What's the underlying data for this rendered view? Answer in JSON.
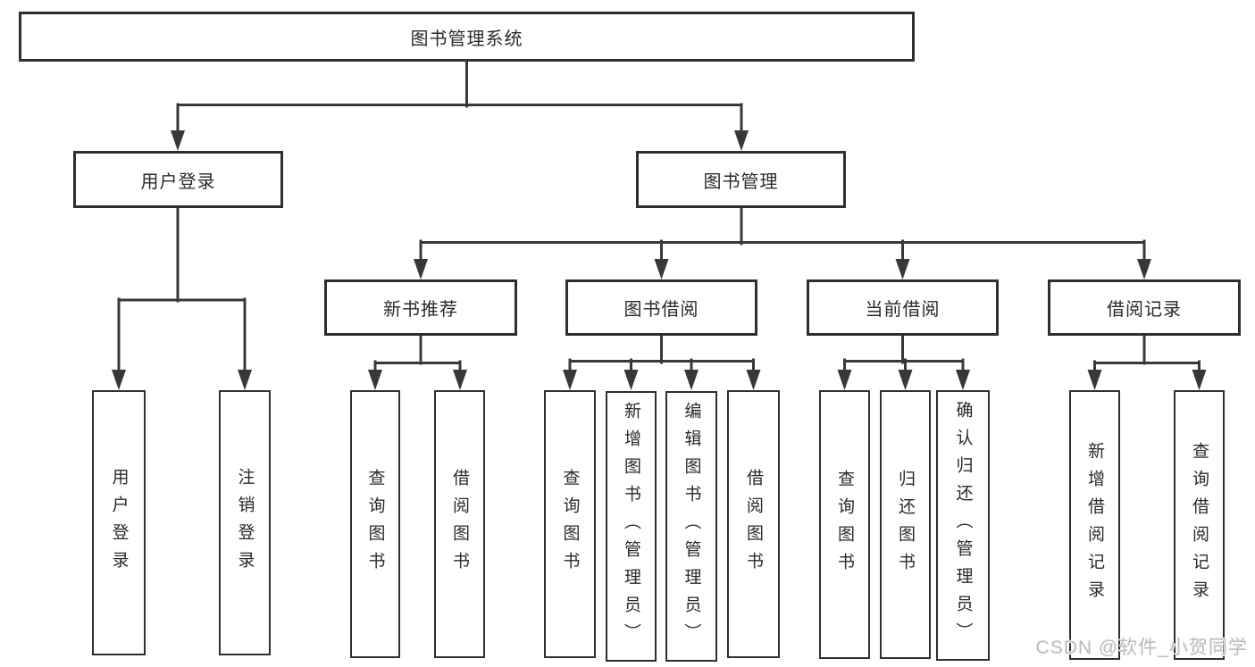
{
  "watermark": "CSDN @软件_小贺同学",
  "colors": {
    "background": "#ffffff",
    "line": "#383838",
    "box_border": "#2f2f2f",
    "text": "#2a2a2a",
    "watermark": "#bcbcbc"
  },
  "tree": {
    "label": "图书管理系统",
    "children": [
      {
        "label": "用户登录",
        "children": [
          {
            "label": "用户登录"
          },
          {
            "label": "注销登录"
          }
        ]
      },
      {
        "label": "图书管理",
        "children": [
          {
            "label": "新书推荐",
            "children": [
              {
                "label": "查询图书"
              },
              {
                "label": "借阅图书"
              }
            ]
          },
          {
            "label": "图书借阅",
            "children": [
              {
                "label": "查询图书"
              },
              {
                "label": "新增图书（管理员）"
              },
              {
                "label": "编辑图书（管理员）"
              },
              {
                "label": "借阅图书"
              }
            ]
          },
          {
            "label": "当前借阅",
            "children": [
              {
                "label": "查询图书"
              },
              {
                "label": "归还图书"
              },
              {
                "label": "确认归还（管理员）"
              }
            ]
          },
          {
            "label": "借阅记录",
            "children": [
              {
                "label": "新增借阅记录"
              },
              {
                "label": "查询借阅记录"
              }
            ]
          }
        ]
      }
    ]
  }
}
